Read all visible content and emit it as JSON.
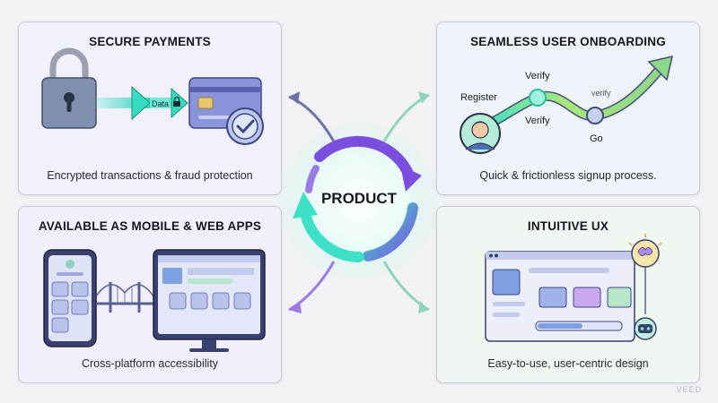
{
  "center": {
    "label": "PRODUCT"
  },
  "panels": {
    "secure": {
      "title": "SECURE PAYMENTS",
      "caption": "Encrypted transactions & fraud protection",
      "arrow_label": "Data"
    },
    "onboarding": {
      "title": "SEAMLESS USER ONBOARDING",
      "caption": "Quick & frictionless signup process.",
      "steps": [
        "Register",
        "Verify",
        "Verify",
        "verify",
        "Go"
      ]
    },
    "mobile": {
      "title": "AVAILABLE AS MOBILE & WEB APPS",
      "caption": "Cross-platform accessibility"
    },
    "ux": {
      "title": "INTUITIVE UX",
      "caption": "Easy-to-use, user-centric design"
    }
  },
  "watermark": "VEED",
  "colors": {
    "teal": "#3fe0c8",
    "purple": "#7a4fe0",
    "violet_light": "#a58cf0",
    "panel_border": "#c9c7d8"
  }
}
